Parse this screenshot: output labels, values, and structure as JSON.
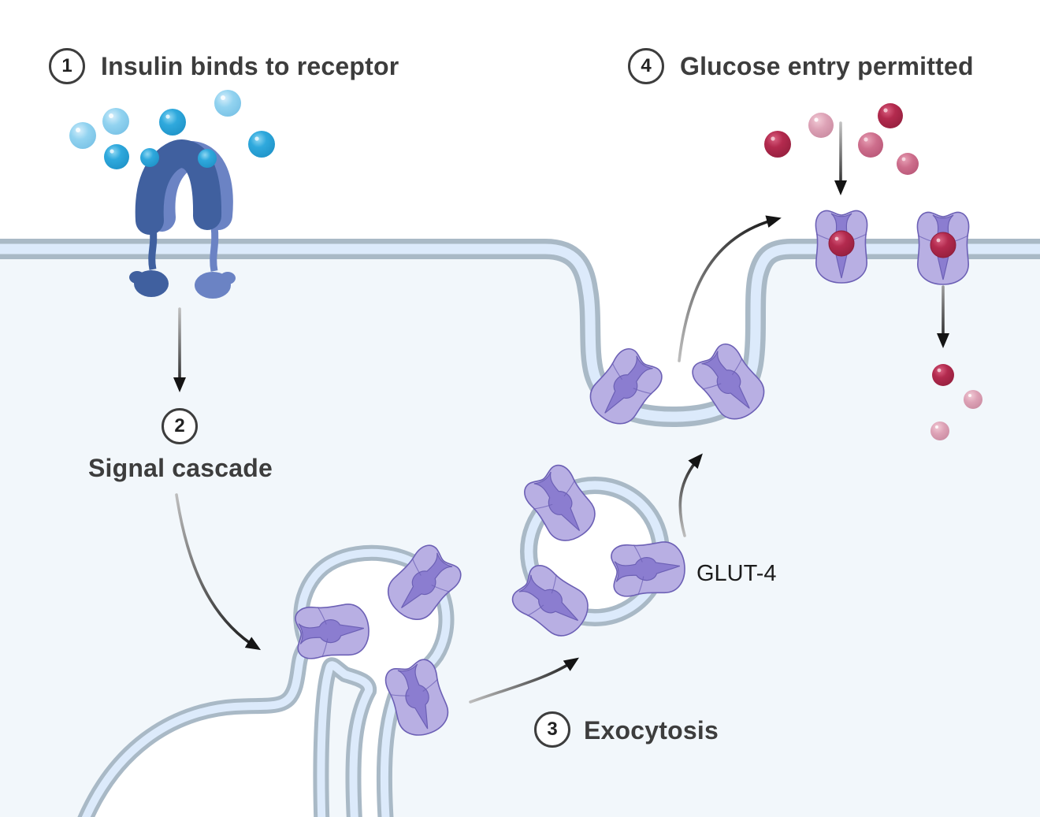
{
  "steps": [
    {
      "number": "1",
      "label": "Insulin binds to receptor"
    },
    {
      "number": "2",
      "label": "Signal cascade"
    },
    {
      "number": "3",
      "label": "Exocytosis"
    },
    {
      "number": "4",
      "label": "Glucose entry permitted"
    }
  ],
  "labels": {
    "transporter": "GLUT-4"
  },
  "colors": {
    "extracellular": "#ffffff",
    "cytoplasm": "#f2f7fb",
    "membrane_outline": "#a9b9c6",
    "membrane_fill": "#dceafb",
    "receptor_front": "#40609f",
    "receptor_back": "#6b83c4",
    "insulin_light": "#8ed1ee",
    "insulin_dark": "#2aa6db",
    "transporter_body": "#b8afe3",
    "transporter_channel": "#8b7dd0",
    "transporter_outline": "#6c60b5",
    "glucose_dark": "#ae2446",
    "glucose_medium": "#cc6e8c",
    "glucose_light": "#dda2b6",
    "arrow": "#1a1a1a",
    "text": "#3d3d3d"
  }
}
